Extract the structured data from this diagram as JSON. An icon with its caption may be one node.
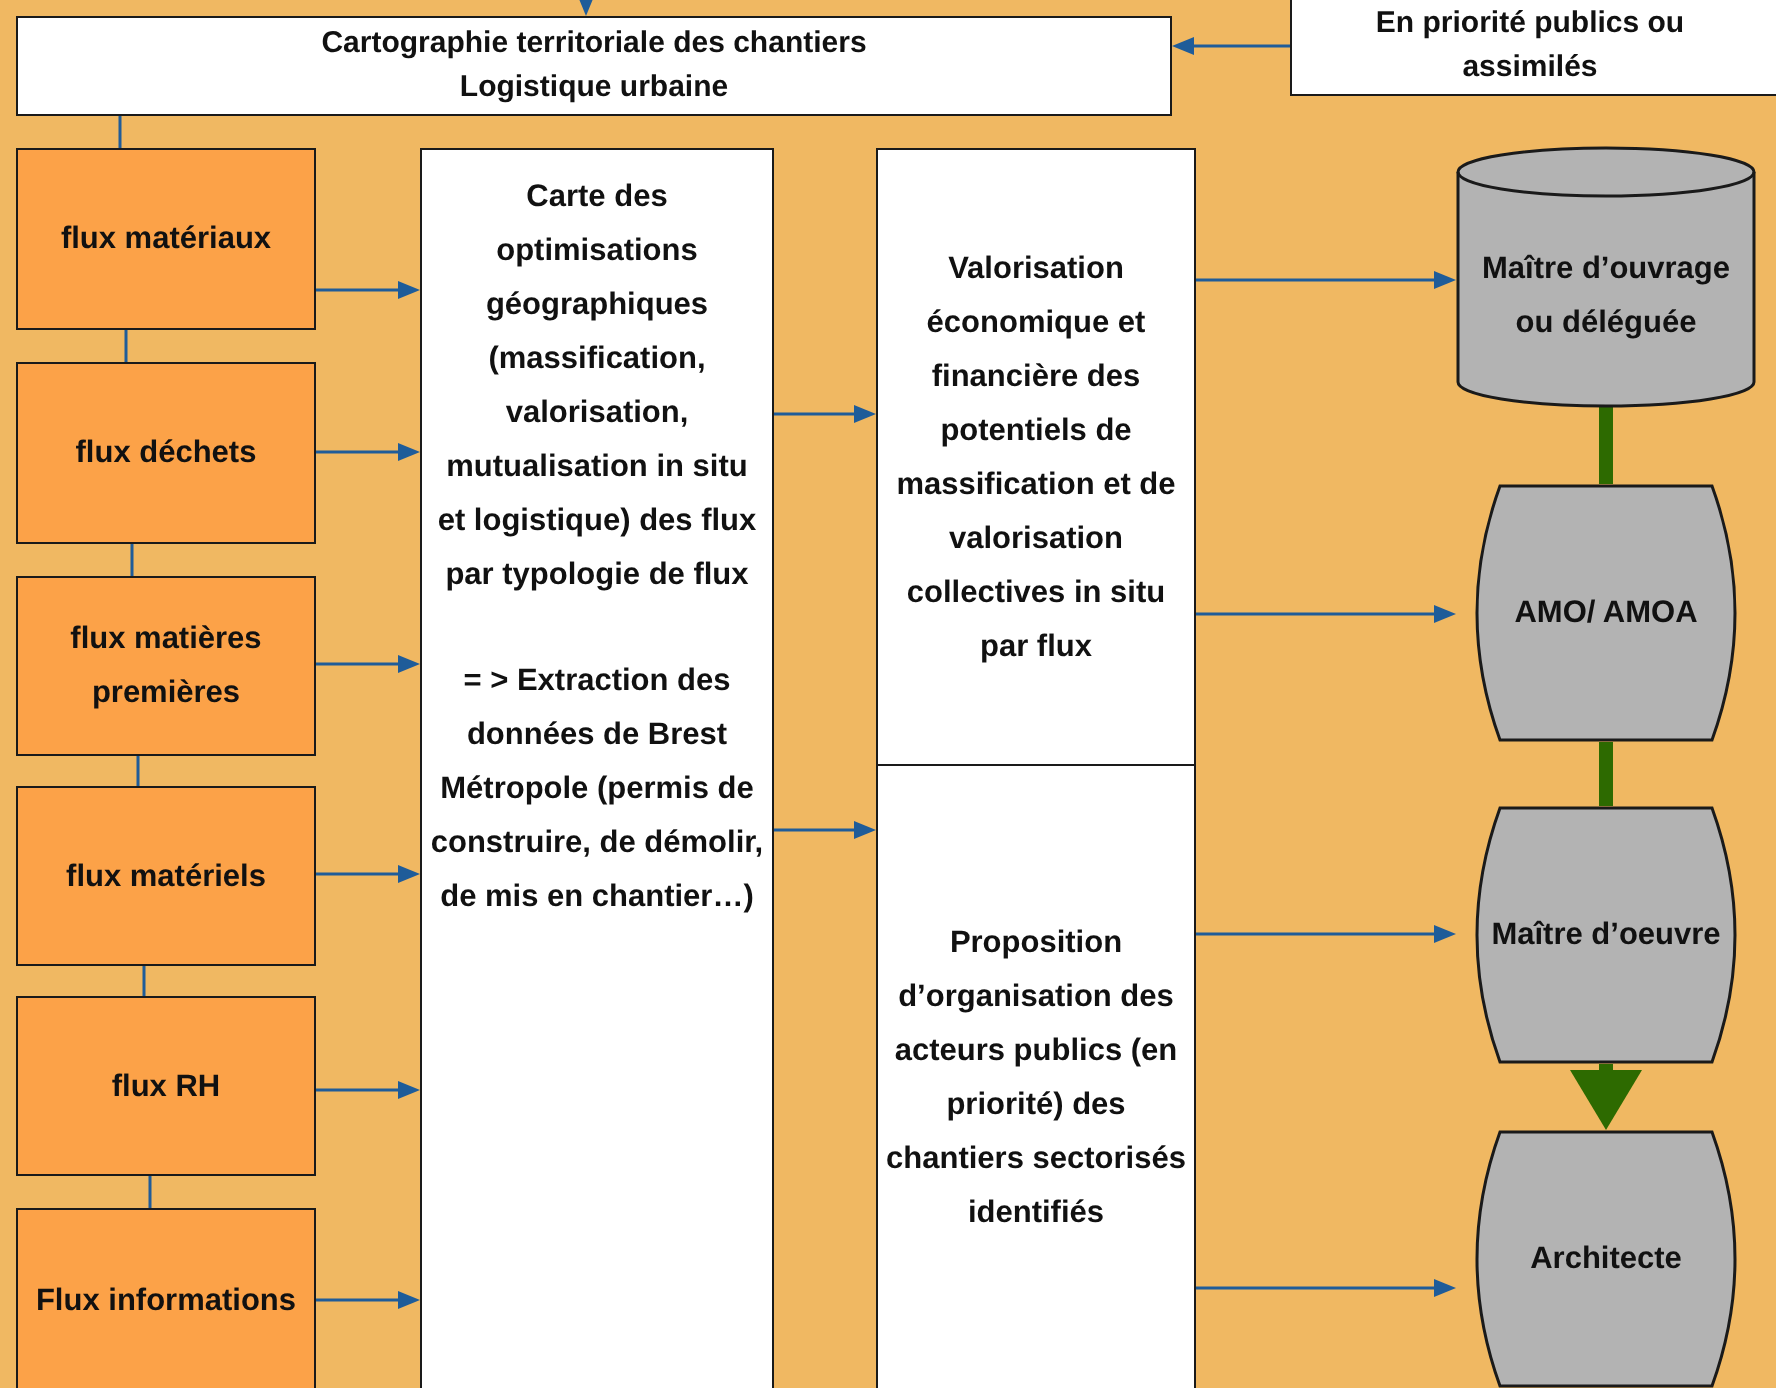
{
  "diagram": {
    "nodes": [
      {
        "text": [
          "Cartographie territoriale des chantiers",
          "Logistique urbaine"
        ]
      },
      {
        "text": [
          "En priorité publics ou assimilés"
        ]
      },
      {
        "text": [
          "flux matériaux"
        ]
      },
      {
        "text": [
          "flux déchets"
        ]
      },
      {
        "text": [
          "flux matières premières"
        ]
      },
      {
        "text": [
          "flux matériels"
        ]
      },
      {
        "text": [
          "flux RH"
        ]
      },
      {
        "text": [
          "Flux informations"
        ]
      },
      {
        "text": [
          "Carte des optimisations géographiques (massification, valorisation, mutualisation in situ et logistique) des flux par typologie de  flux",
          "= > Extraction des données de Brest Métropole (permis de construire, de démolir, de mis en chantier…)"
        ]
      },
      {
        "text": [
          "Valorisation économique et financière des potentiels de massification et de valorisation collectives in situ par flux"
        ]
      },
      {
        "text": [
          "Proposition d’organisation des acteurs publics (en priorité) des chantiers sectorisés identifiés"
        ]
      },
      {
        "text": [
          "Maître d’ouvrage ou déléguée"
        ]
      },
      {
        "text": [
          "AMO/ AMOA"
        ]
      },
      {
        "text": [
          "Maître d’oeuvre"
        ]
      },
      {
        "text": [
          "Architecte"
        ]
      }
    ],
    "edges": [
      {
        "from": null,
        "to": 0,
        "arrow": "to"
      },
      {
        "from": 1,
        "to": 0,
        "arrow": "to"
      },
      {
        "from": 0,
        "to": 2,
        "arrow": "none"
      },
      {
        "from": 2,
        "to": 3,
        "arrow": "none"
      },
      {
        "from": 3,
        "to": 4,
        "arrow": "none"
      },
      {
        "from": 4,
        "to": 5,
        "arrow": "none"
      },
      {
        "from": 5,
        "to": 6,
        "arrow": "none"
      },
      {
        "from": 6,
        "to": 7,
        "arrow": "none"
      },
      {
        "from": 2,
        "to": 8,
        "arrow": "to"
      },
      {
        "from": 3,
        "to": 8,
        "arrow": "to"
      },
      {
        "from": 4,
        "to": 8,
        "arrow": "to"
      },
      {
        "from": 5,
        "to": 8,
        "arrow": "to"
      },
      {
        "from": 6,
        "to": 8,
        "arrow": "to"
      },
      {
        "from": 7,
        "to": 8,
        "arrow": "to"
      },
      {
        "from": 8,
        "to": 9,
        "arrow": "to"
      },
      {
        "from": 8,
        "to": 10,
        "arrow": "to"
      },
      {
        "from": 9,
        "to": 11,
        "arrow": "to"
      },
      {
        "from": 9,
        "to": 12,
        "arrow": "to"
      },
      {
        "from": 10,
        "to": 13,
        "arrow": "to"
      },
      {
        "from": 10,
        "to": 14,
        "arrow": "to"
      },
      {
        "from": 11,
        "to": 12,
        "arrow": "none",
        "style": "thick",
        "color": "#2d6a00"
      },
      {
        "from": 12,
        "to": 13,
        "arrow": "none",
        "style": "thick",
        "color": "#2d6a00"
      },
      {
        "from": 13,
        "to": 14,
        "arrow": "to",
        "style": "thick",
        "color": "#2d6a00"
      }
    ]
  }
}
